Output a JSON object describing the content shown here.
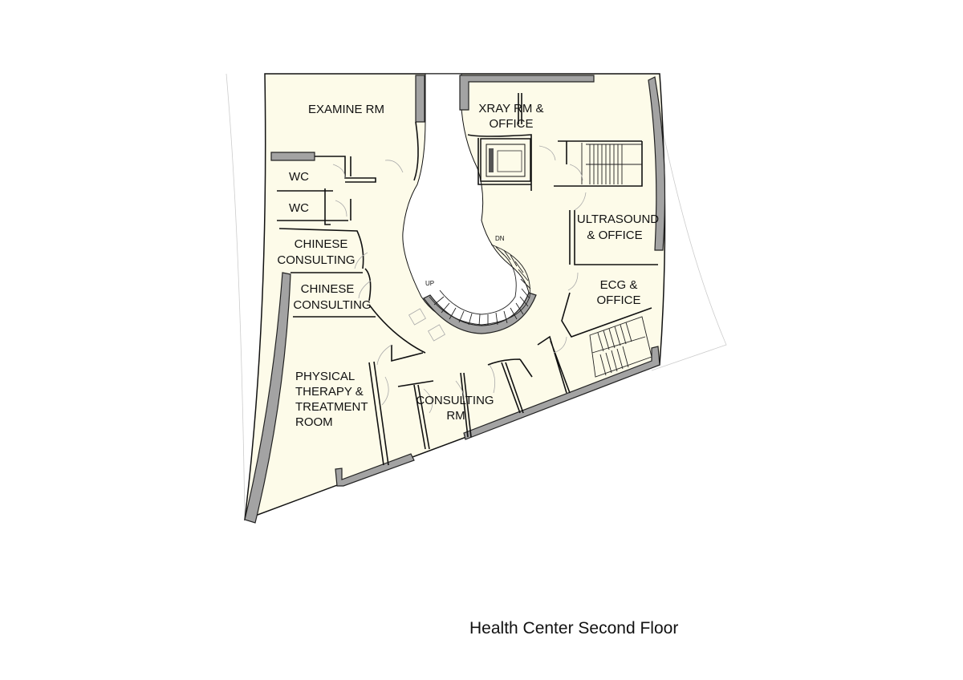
{
  "plan": {
    "rooms": [
      {
        "lines": [
          "EXAMINE RM"
        ]
      },
      {
        "lines": [
          "XRAY RM &",
          "OFFICE"
        ]
      },
      {
        "lines": [
          "WC"
        ]
      },
      {
        "lines": [
          "WC"
        ]
      },
      {
        "lines": [
          "ULTRASOUND",
          "& OFFICE"
        ]
      },
      {
        "lines": [
          "CHINESE",
          "CONSULTING"
        ]
      },
      {
        "lines": [
          "CHINESE",
          "CONSULTING"
        ]
      },
      {
        "lines": [
          "ECG &",
          "OFFICE"
        ]
      },
      {
        "lines": [
          "PHYSICAL",
          "THERAPY &",
          "TREATMENT",
          "ROOM"
        ]
      },
      {
        "lines": [
          "CONSULTING",
          "RM"
        ]
      }
    ],
    "stair_labels": {
      "down": "DN",
      "up": "UP"
    },
    "colors": {
      "floor": "#fdfbe9",
      "wall": "#a3a3a3",
      "line": "#111111"
    }
  },
  "caption": "Health Center Second Floor"
}
